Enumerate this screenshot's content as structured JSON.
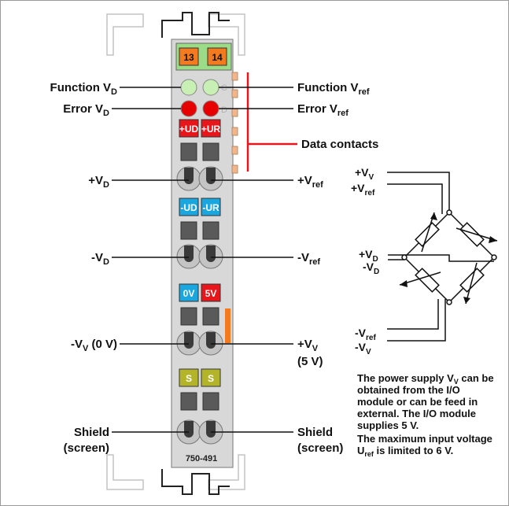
{
  "module": {
    "model": "750-491",
    "terminals": [
      "13",
      "14"
    ],
    "contacts": {
      "plus_ud": "+UD",
      "plus_ur": "+UR",
      "minus_ud": "-UD",
      "minus_ur": "-UR",
      "zero_v": "0V",
      "five_v": "5V",
      "s1": "S",
      "s2": "S"
    }
  },
  "labels_left": {
    "function_vd": {
      "main": "Function V",
      "sub": "D"
    },
    "error_vd": {
      "main": "Error V",
      "sub": "D"
    },
    "plus_vd": {
      "main": "+V",
      "sub": "D"
    },
    "minus_vd": {
      "main": "-V",
      "sub": "D"
    },
    "minus_vv": {
      "main": "-V",
      "sub": "V",
      "tail": " (0 V)"
    },
    "shield_line1": "Shield",
    "shield_line2": "(screen)"
  },
  "labels_right": {
    "function_vref": {
      "main": "Function V",
      "sub": "ref"
    },
    "error_vref": {
      "main": "Error V",
      "sub": "ref"
    },
    "data_contacts": "Data contacts",
    "plus_vref": {
      "main": "+V",
      "sub": "ref"
    },
    "minus_vref": {
      "main": "-V",
      "sub": "ref"
    },
    "plus_vv": {
      "main": "+V",
      "sub": "V"
    },
    "plus_vv_value": "(5 V)",
    "shield_line1": "Shield",
    "shield_line2": "(screen)"
  },
  "bridge_labels": {
    "top_vv": {
      "main": "+V",
      "sub": "V"
    },
    "top_vref": {
      "main": "+V",
      "sub": "ref"
    },
    "mid_plus_vd": {
      "main": "+V",
      "sub": "D"
    },
    "mid_minus_vd": {
      "main": "-V",
      "sub": "D"
    },
    "bot_vref": {
      "main": "-V",
      "sub": "ref"
    },
    "bot_vv": {
      "main": "-V",
      "sub": "V"
    }
  },
  "note": {
    "line1": {
      "pre": "The power supply V",
      "sub": "V",
      "post": " can be"
    },
    "line2": "obtained from the I/O",
    "line3": "module or can be feed in",
    "line4": "external. The I/O module",
    "line5": "supplies 5 V.",
    "line6": "The maximum input voltage",
    "line7": {
      "pre": "U",
      "sub": "ref",
      "post": " is limited to 6 V."
    }
  },
  "colors": {
    "frame": "#9a9a9a",
    "module_body": "#d8d8d8",
    "led_green": "#c8f0b4",
    "led_red": "#e60000",
    "contact_red": "#e8161b",
    "contact_blue": "#1aa6df",
    "contact_olive": "#b4b42a",
    "terminal_orange": "#f47a20",
    "terminal_green": "#9cdc86",
    "data_bracket": "#e8161b",
    "data_pad": "#f2b68a"
  }
}
